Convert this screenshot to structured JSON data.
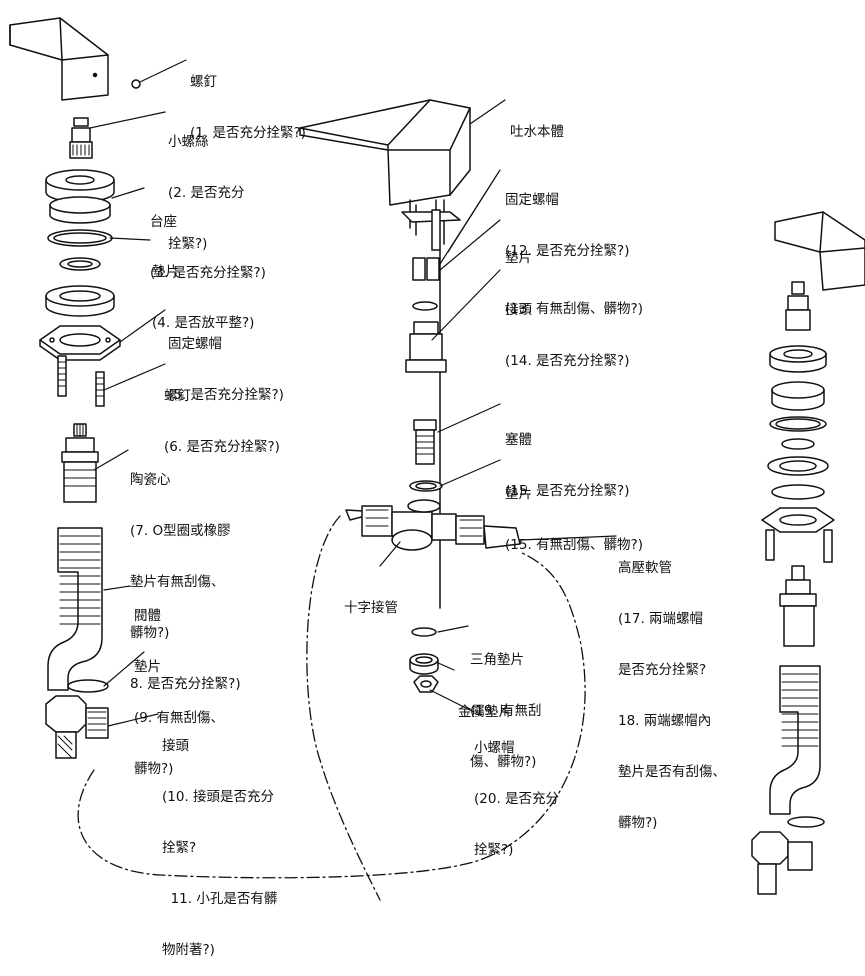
{
  "labels": {
    "screw_top": {
      "title": "螺釘",
      "lines": [
        "(1. 是否充分拴緊?)"
      ]
    },
    "small_screw": {
      "title": "小螺絲",
      "lines": [
        "(2. 是否充分",
        "拴緊?)"
      ]
    },
    "base": {
      "title": "台座",
      "lines": [
        "(3. 是否充分拴緊?)"
      ]
    },
    "gasket_4": {
      "title": "墊片",
      "lines": [
        "(4. 是否放平整?)"
      ]
    },
    "fix_nut_5": {
      "title": "固定螺帽",
      "lines": [
        "(5. 是否充分拴緊?)"
      ]
    },
    "screw_6": {
      "title": "螺釘",
      "lines": [
        "(6. 是否充分拴緊?)"
      ]
    },
    "ceramic": {
      "title": "陶瓷心",
      "lines": [
        "(7. O型圈或橡膠",
        "墊片有無刮傷、",
        "髒物?)",
        "8. 是否充分拴緊?)"
      ]
    },
    "valve_body": {
      "title": "閥體",
      "lines": [
        "墊片",
        "(9. 有無刮傷、",
        "髒物?)"
      ]
    },
    "joint_10": {
      "title": "接頭",
      "lines": [
        "(10. 接頭是否充分",
        "拴緊?",
        "  11. 小孔是否有髒",
        "物附著?)"
      ]
    },
    "spout": {
      "title": "吐水本體",
      "lines": []
    },
    "fix_nut_12": {
      "title": "固定螺帽",
      "lines": [
        "(12. 是否充分拴緊?)"
      ]
    },
    "gasket_13": {
      "title": "墊片",
      "lines": [
        "(13. 有無刮傷、髒物?)"
      ]
    },
    "joint_14": {
      "title": "接頭",
      "lines": [
        "(14. 是否充分拴緊?)"
      ]
    },
    "plug": {
      "title": "塞體",
      "lines": [
        "(15. 是否充分拴緊?)"
      ]
    },
    "gasket_15": {
      "title": "墊片",
      "lines": [
        "(15. 有無刮傷、髒物?)"
      ]
    },
    "cross_pipe": {
      "title": "十字接管",
      "lines": []
    },
    "hose": {
      "title": "高壓軟管",
      "lines": [
        "(17. 兩端螺帽",
        "是否充分拴緊?",
        "18. 兩端螺帽內",
        "墊片是否有刮傷、",
        "髒物?)"
      ]
    },
    "tri_gasket": {
      "title": "三角墊片",
      "lines": [
        "(19. 有無刮",
        "傷、髒物?)"
      ]
    },
    "metal_gasket": {
      "title": "金屬墊片",
      "lines": []
    },
    "small_nut": {
      "title": "小螺帽",
      "lines": [
        "(20. 是否充分",
        "拴緊?)"
      ]
    }
  }
}
